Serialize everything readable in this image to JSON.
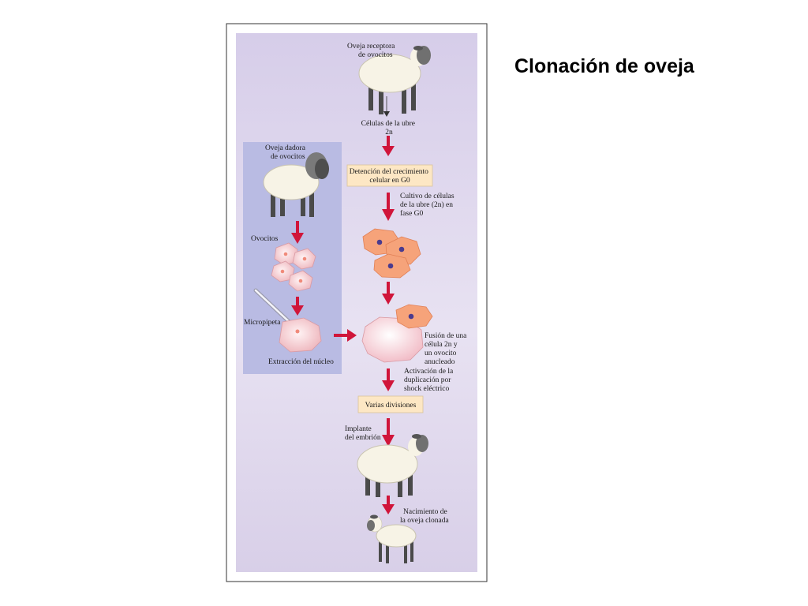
{
  "slide": {
    "title": "Clonación de oveja"
  },
  "diagram": {
    "recipient_label": [
      "Oveja receptora",
      "de ovocitos"
    ],
    "udder_cells_label": [
      "Células de la ubre",
      "2n"
    ],
    "growth_arrest_box": [
      "Detención del crecimiento",
      "celular en G0"
    ],
    "culture_label": [
      "Cultivo de células",
      "de la ubre (2n) en",
      "fase G0"
    ],
    "donor_label": [
      "Oveja dadora",
      "de ovocitos"
    ],
    "oocytes_label": "Ovocitos",
    "micropipette_label": "Micropipeta",
    "nucleus_extraction_label": "Extracción del núcleo",
    "fusion_label": [
      "Fusión de una",
      "célula 2n y",
      "un ovocito",
      "anucleado"
    ],
    "activation_label": [
      "Activación de la",
      "duplicación por",
      "shock eléctrico"
    ],
    "divisions_box": "Varias divisiones",
    "implant_label": [
      "Implante",
      "del embrión"
    ],
    "birth_label": [
      "Nacimiento de",
      "la oveja clonada"
    ],
    "colors": {
      "panel": "#d9d2ea",
      "donor_panel": "#b7b8e2",
      "box": "#fde7c4",
      "arrow": "#d0153a",
      "udder_cell": "#f6a37a",
      "oocyte": "#f3c3c8",
      "nucleus": "#4a3b8e"
    }
  }
}
